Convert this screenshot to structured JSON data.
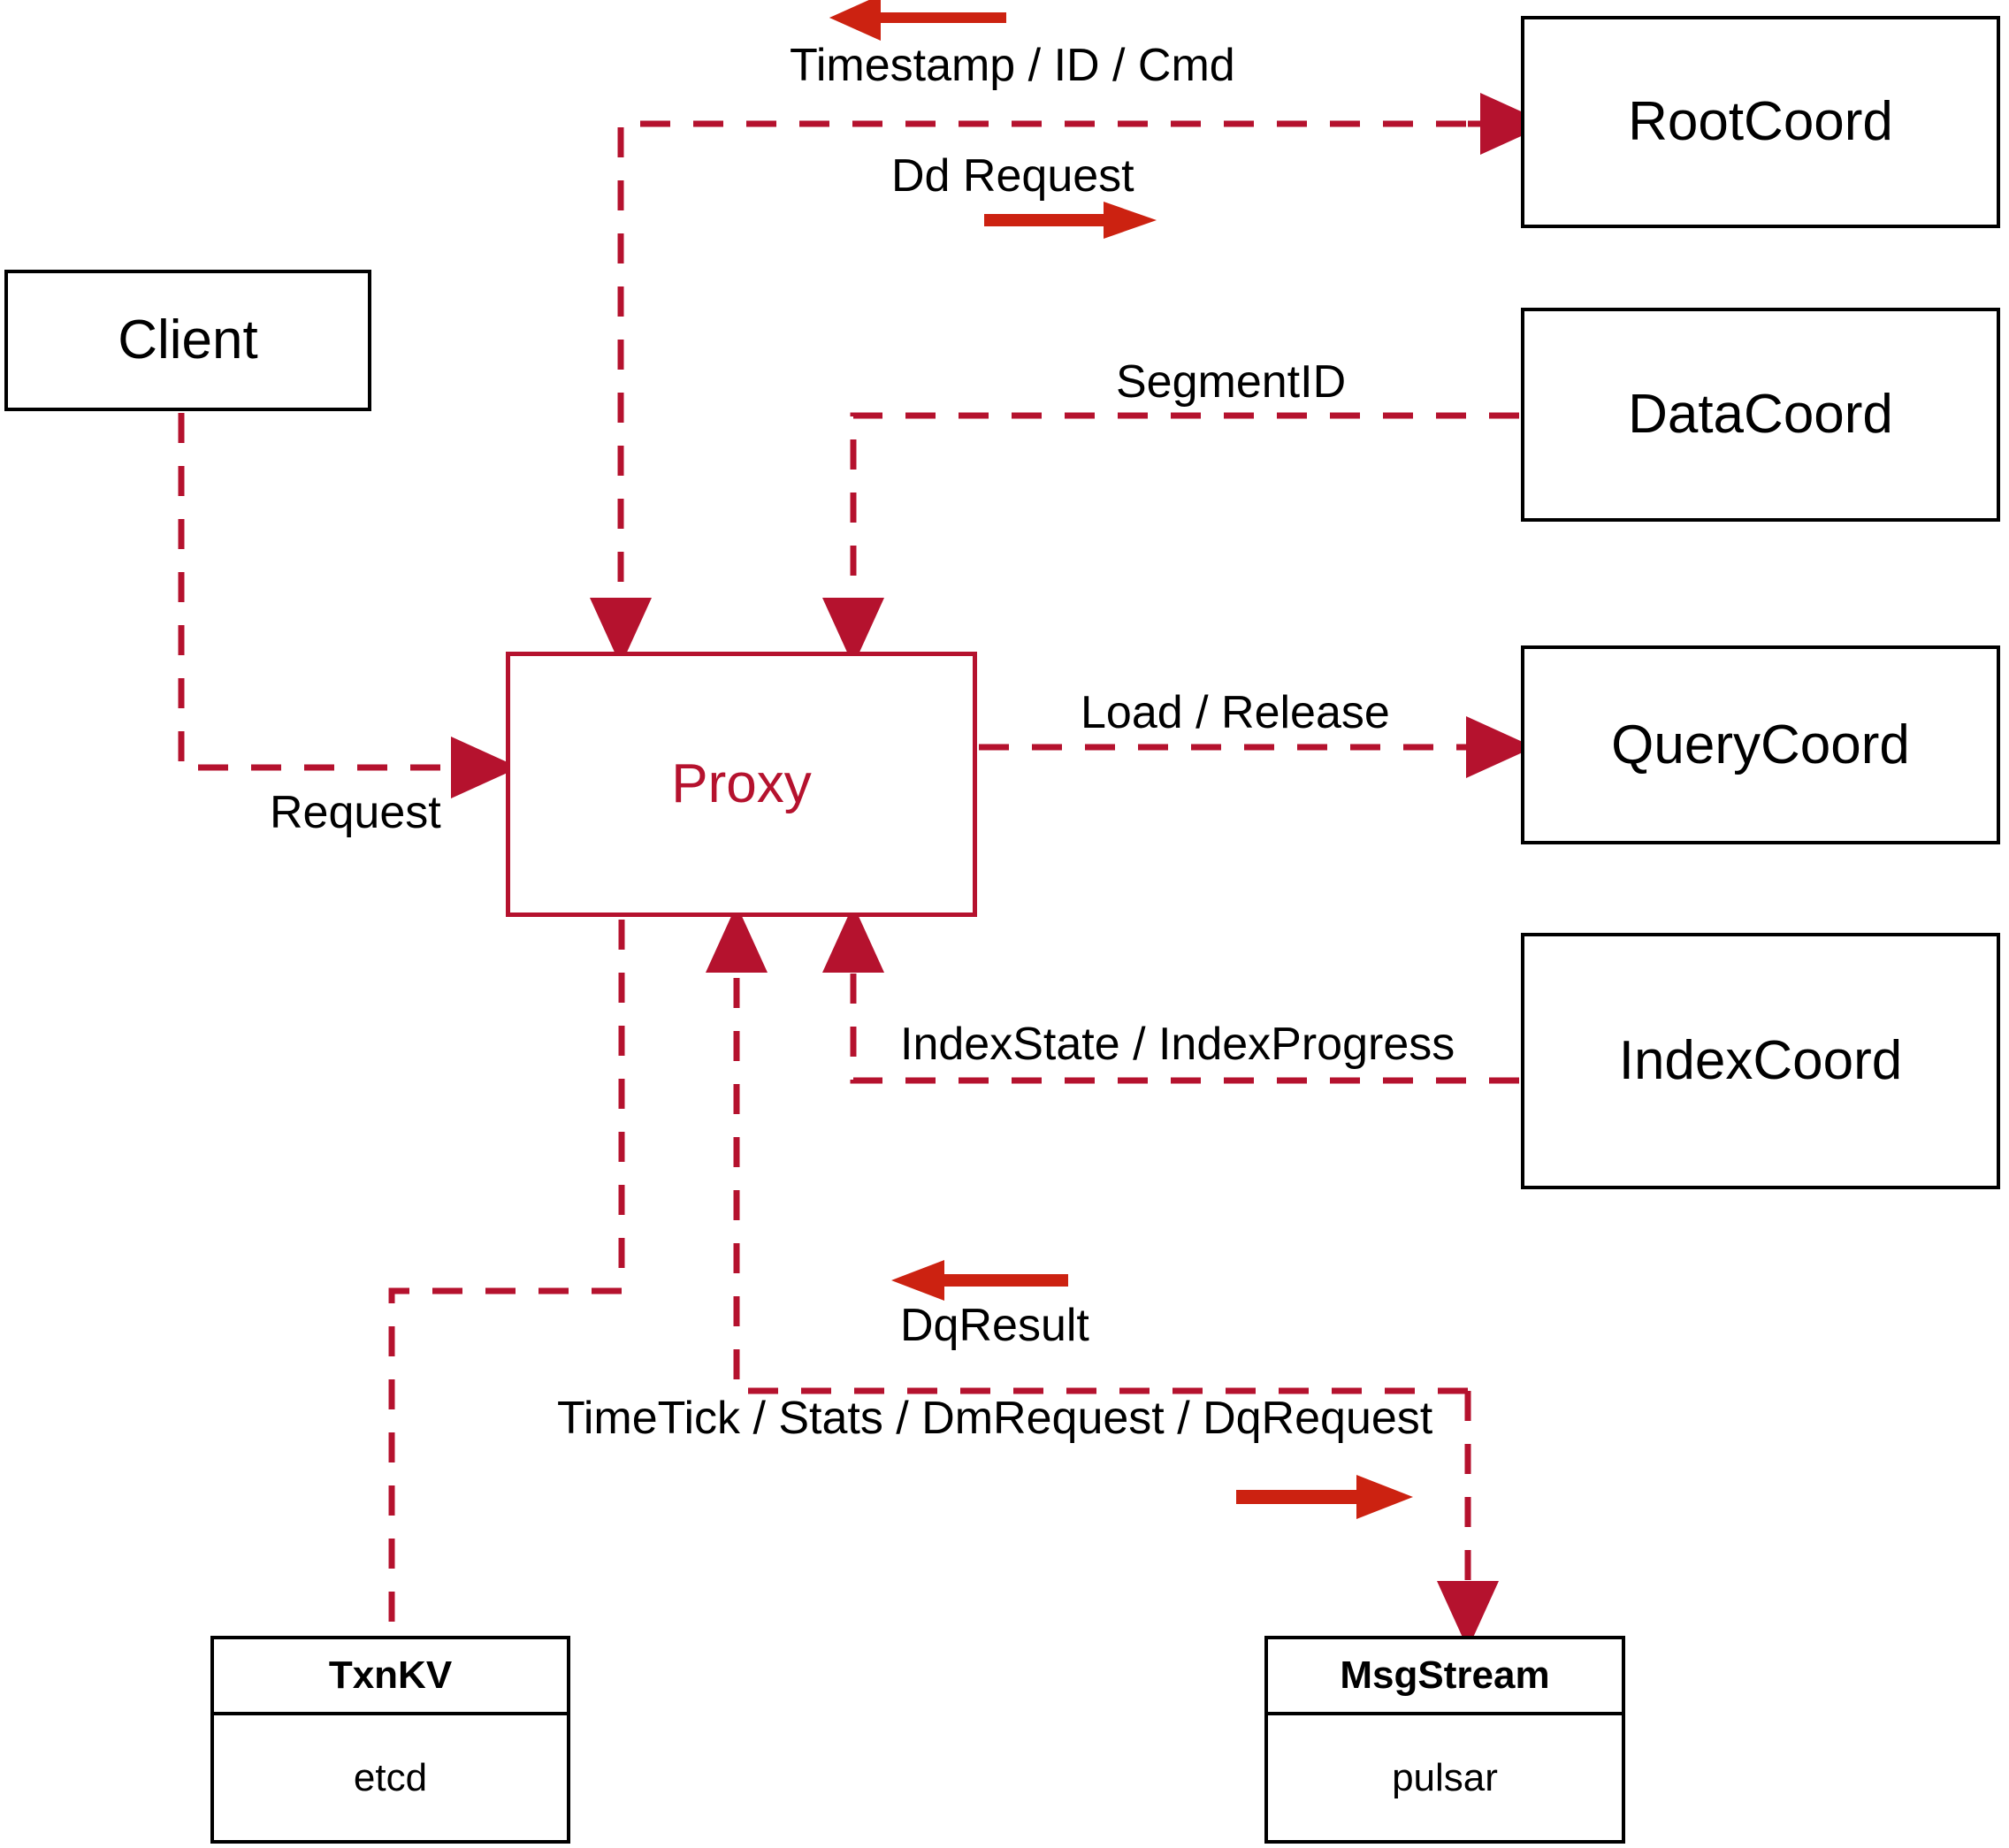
{
  "diagram": {
    "title": "Milvus Proxy component interaction diagram",
    "colors": {
      "proxy_accent": "#B5122E",
      "dashed_line": "#B5122E",
      "direction_arrow": "#CC2211",
      "node_border": "#000000",
      "background": "#FFFFFF"
    }
  },
  "nodes": {
    "client": {
      "label": "Client"
    },
    "proxy": {
      "label": "Proxy"
    },
    "root_coord": {
      "label": "RootCoord"
    },
    "data_coord": {
      "label": "DataCoord"
    },
    "query_coord": {
      "label": "QueryCoord"
    },
    "index_coord": {
      "label": "IndexCoord"
    },
    "txn_kv": {
      "title": "TxnKV",
      "impl": "etcd"
    },
    "msg_stream": {
      "title": "MsgStream",
      "impl": "pulsar"
    }
  },
  "edges": [
    {
      "id": "request",
      "label": "Request",
      "from": "client",
      "to": "proxy",
      "direction": "right"
    },
    {
      "id": "timestamp",
      "label": "Timestamp / ID / Cmd",
      "from": "root_coord",
      "to": "proxy",
      "direction": "left"
    },
    {
      "id": "dd_request",
      "label": "Dd Request",
      "from": "proxy",
      "to": "root_coord",
      "direction": "right"
    },
    {
      "id": "segment_id",
      "label": "SegmentID",
      "from": "data_coord",
      "to": "proxy",
      "direction": "left"
    },
    {
      "id": "load_release",
      "label": "Load / Release",
      "from": "proxy",
      "to": "query_coord",
      "direction": "right"
    },
    {
      "id": "index_state",
      "label": "IndexState / IndexProgress",
      "from": "index_coord",
      "to": "proxy",
      "direction": "left"
    },
    {
      "id": "dq_result",
      "label": "DqResult",
      "from": "msg_stream",
      "to": "proxy",
      "direction": "left"
    },
    {
      "id": "stream_request",
      "label": "TimeTick / Stats / DmRequest / DqRequest",
      "from": "proxy",
      "to": "msg_stream",
      "direction": "right"
    },
    {
      "id": "txn_kv_link",
      "label": "",
      "from": "proxy",
      "to": "txn_kv",
      "direction": "none"
    }
  ]
}
